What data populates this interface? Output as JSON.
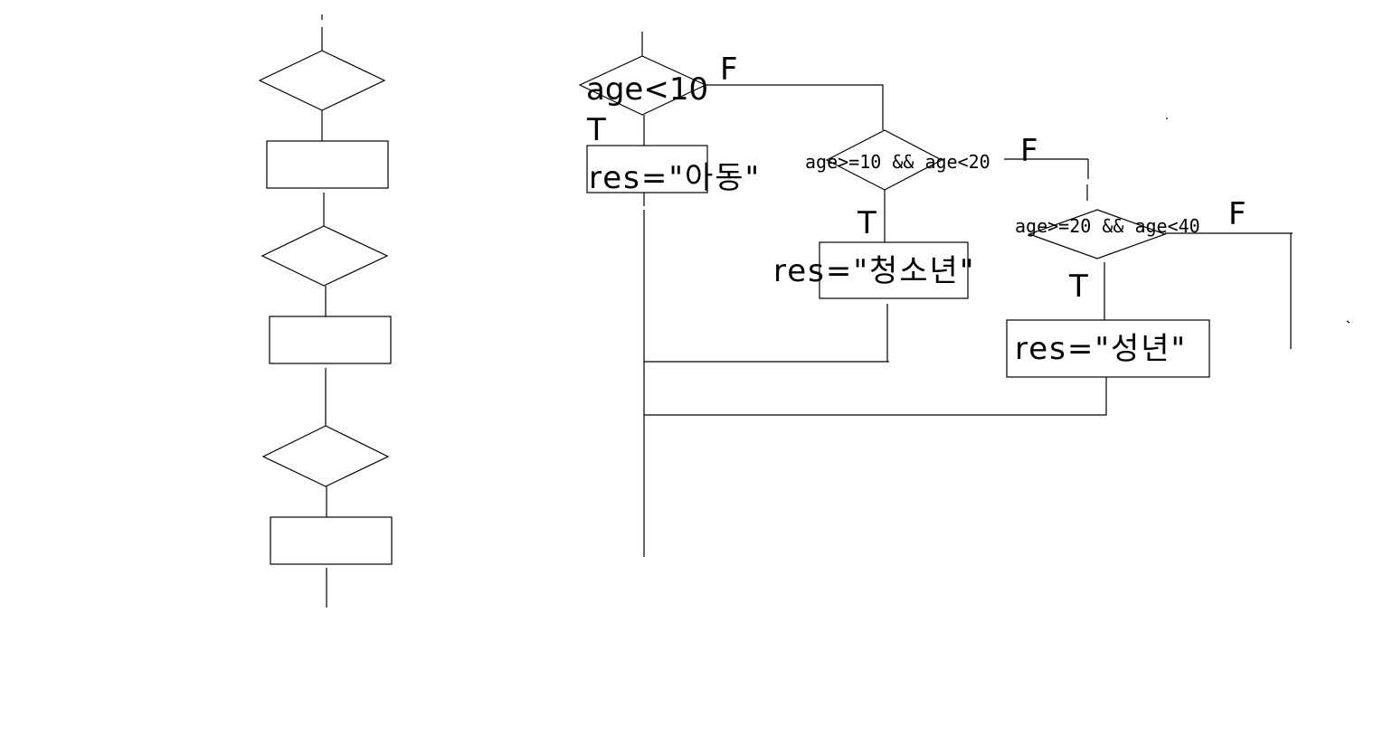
{
  "flowchart": {
    "cond1": "age<10",
    "cond2": "age>=10 && age<20",
    "cond3": "age>=20 && age<40",
    "true_label": "T",
    "false_label": "F",
    "res1": "res=\"아동\"",
    "res2": "res=\"청소년\"",
    "res3": "res=\"성년\""
  }
}
